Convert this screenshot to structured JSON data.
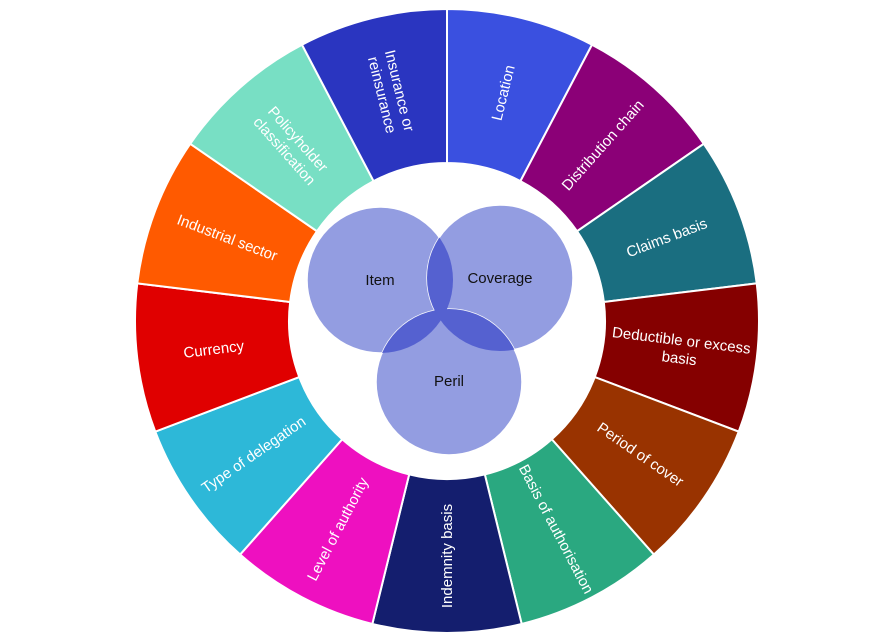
{
  "wheel": {
    "segments": [
      {
        "label": "Location",
        "color": "#3A50E0"
      },
      {
        "label": "Distribution chain",
        "color": "#8B0077"
      },
      {
        "label": "Claims basis",
        "color": "#1A6E80"
      },
      {
        "label": "Deductible or excess basis",
        "color": "#850000"
      },
      {
        "label": "Period of cover",
        "color": "#993300"
      },
      {
        "label": "Basis of authorisation",
        "color": "#2AA880"
      },
      {
        "label": "Indemnity basis",
        "color": "#141E6E"
      },
      {
        "label": "Level of authority",
        "color": "#EE10C0"
      },
      {
        "label": "Type of delegation",
        "color": "#2DB8D8"
      },
      {
        "label": "Currency",
        "color": "#E00000"
      },
      {
        "label": "Industrial sector",
        "color": "#FF5A00"
      },
      {
        "label": "Policyholder classification",
        "color": "#78DFC4"
      },
      {
        "label": "Insurance or reinsurance",
        "color": "#2A35C0"
      }
    ]
  },
  "venn": {
    "circle_color": "#8E98E0",
    "overlap_color": "#5561D0",
    "circles": [
      {
        "label": "Item"
      },
      {
        "label": "Coverage"
      },
      {
        "label": "Peril"
      }
    ]
  }
}
